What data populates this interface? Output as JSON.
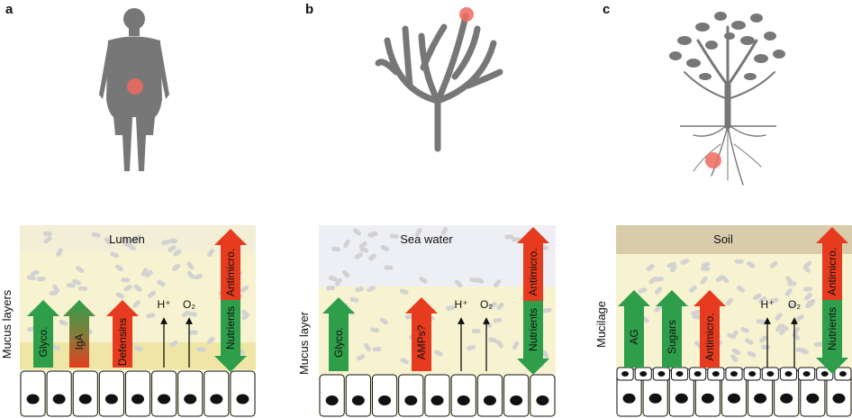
{
  "panels": [
    {
      "letter": "a",
      "zone_label": "Lumen",
      "side_label": "Mucus layers",
      "arrows": [
        {
          "label": "Glyco.",
          "dir": "up",
          "color": "green"
        },
        {
          "label": "IgA",
          "dir": "up",
          "color": "green-red"
        },
        {
          "label": "Defensins",
          "dir": "up",
          "color": "red"
        }
      ],
      "right_arrows": [
        {
          "label": "Antimicro.",
          "dir": "up",
          "color": "red"
        },
        {
          "label": "Nutrients",
          "dir": "down",
          "color": "green"
        }
      ],
      "small_labels": [
        "H⁺",
        "O₂"
      ]
    },
    {
      "letter": "b",
      "zone_label": "Sea water",
      "side_label": "Mucus layer",
      "arrows": [
        {
          "label": "Glyco.",
          "dir": "up",
          "color": "green"
        },
        {
          "label": "AMPs?",
          "dir": "up",
          "color": "red"
        }
      ],
      "right_arrows": [
        {
          "label": "Antimicro.",
          "dir": "up",
          "color": "red"
        },
        {
          "label": "Nutrients",
          "dir": "down",
          "color": "green"
        }
      ],
      "small_labels": [
        "H⁺",
        "O₂"
      ]
    },
    {
      "letter": "c",
      "zone_label": "Soil",
      "side_label": "Mucilage",
      "arrows": [
        {
          "label": "AG",
          "dir": "up",
          "color": "green"
        },
        {
          "label": "Sugars",
          "dir": "up",
          "color": "green"
        },
        {
          "label": "Antimicro.",
          "dir": "up",
          "color": "red"
        }
      ],
      "right_arrows": [
        {
          "label": "Antimicro.",
          "dir": "up",
          "color": "red"
        },
        {
          "label": "Nutrients",
          "dir": "down",
          "color": "green"
        }
      ],
      "small_labels": [
        "H⁺",
        "O₂"
      ]
    }
  ],
  "icons": [
    "human-silhouette-icon",
    "branching-coral-icon",
    "tree-with-roots-icon"
  ],
  "colors": {
    "green": "#2e9e4a",
    "red": "#e63b1e",
    "mucus": "#f7f2cf",
    "soil": "#d9ccab",
    "seawater": "#eeeff5",
    "silhouette": "#777777",
    "hotspot": "#ee6a5f"
  }
}
